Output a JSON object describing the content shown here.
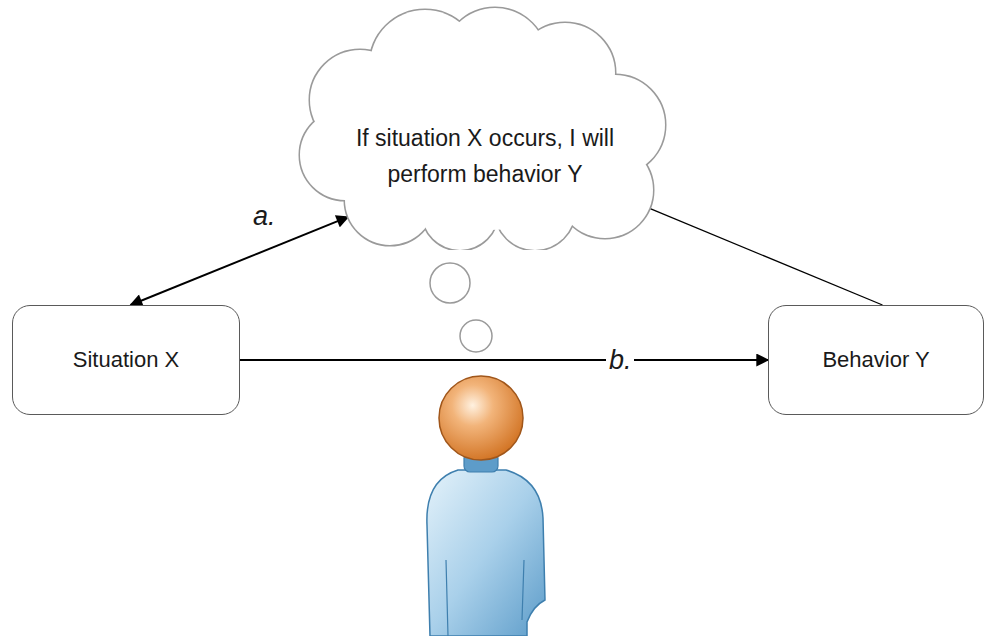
{
  "diagram": {
    "nodes": [
      {
        "text": [
          "If situation X occurs, I will perform behavior Y"
        ]
      },
      {
        "text": [
          "Situation X"
        ]
      },
      {
        "text": [
          "Behavior Y"
        ]
      }
    ],
    "edges": [
      {
        "from": 1,
        "to": 0,
        "arrow": "both",
        "label": "a."
      },
      {
        "from": 1,
        "to": 2,
        "arrow": "to",
        "label": "b."
      },
      {
        "from": 0,
        "to": 2,
        "arrow": "none"
      }
    ]
  }
}
